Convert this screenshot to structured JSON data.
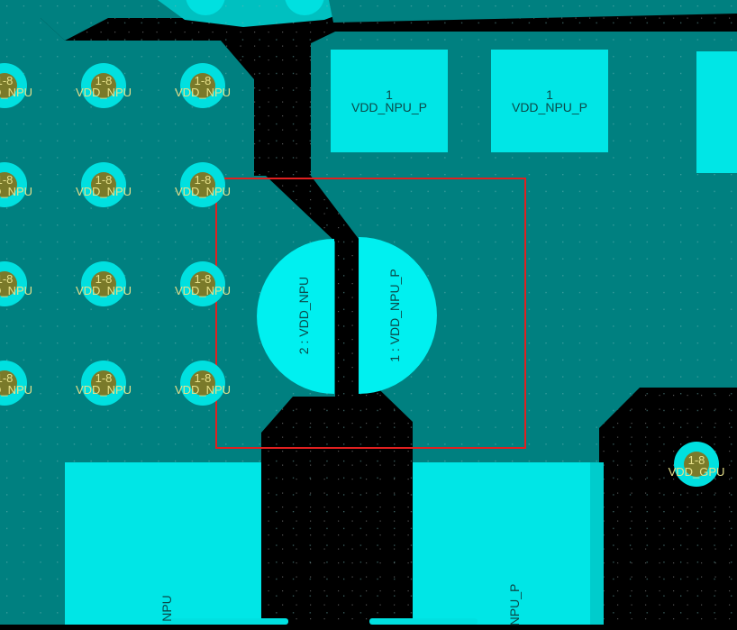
{
  "colors": {
    "background": "#000000",
    "copper_pour": "#008080",
    "pad": "#00e6e6",
    "via_ring": "#00e0e0",
    "via_drill": "#7a7a2a",
    "via_text": "#e6e08a",
    "pad_text": "#0b4a4a",
    "selection_box": "#e02020",
    "grid_dot": "#6fb6b6"
  },
  "vias": {
    "npu_label_num": "1-8",
    "npu_label_net": "VDD_NPU",
    "gpu_label_num": "1-8",
    "gpu_label_net": "VDD_GPU"
  },
  "top_pads": [
    {
      "pin": "1",
      "net": "VDD_NPU_P"
    },
    {
      "pin": "1",
      "net": "VDD_NPU_P"
    }
  ],
  "jumper": {
    "left_half_label": "2 : VDD_NPU",
    "right_half_label": "1 : VDD_NPU_P"
  },
  "bottom_pads": [
    {
      "net_partial": "NPU"
    },
    {
      "net_partial": "NPU_P"
    }
  ]
}
